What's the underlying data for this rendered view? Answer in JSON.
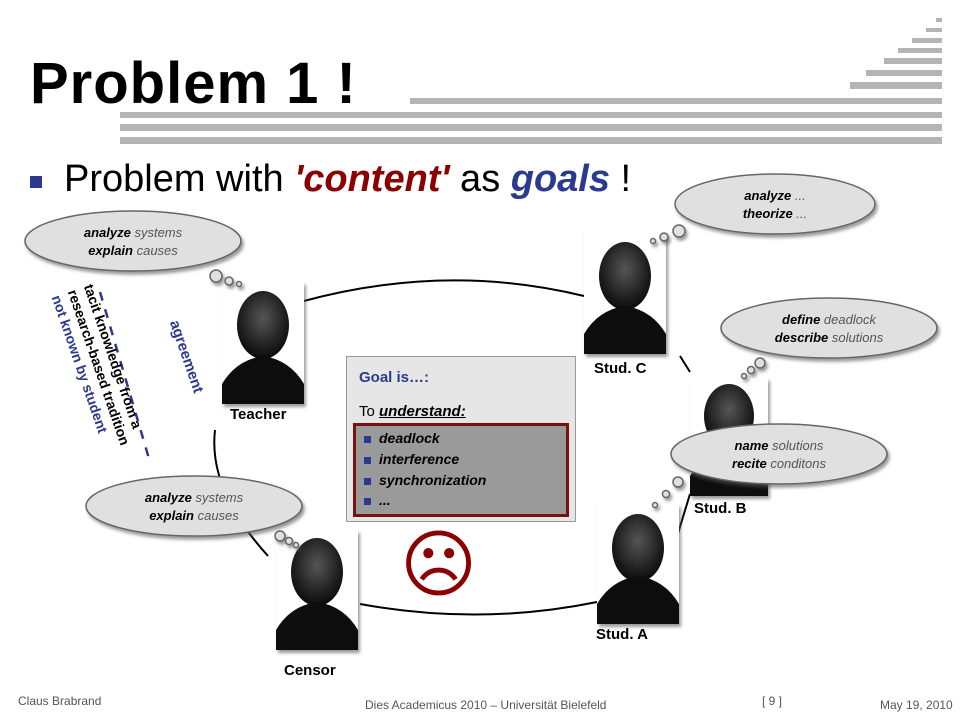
{
  "slide": {
    "title": "Problem 1 !",
    "bullet": {
      "before": "Problem with ",
      "content_word": "'content'",
      "middle": " as ",
      "goals_word": "goals",
      "after": " !"
    },
    "rotated": {
      "line1": "tacit knowledge from a",
      "line2": "research-based tradition",
      "line3": "not known by student",
      "agreement": "agreement"
    },
    "people": {
      "teacher": "Teacher",
      "censor": "Censor",
      "stud_a": "Stud. A",
      "stud_b": "Stud. B",
      "stud_c": "Stud. C"
    },
    "bubbles": {
      "teacher": {
        "verb1": "analyze",
        "rest1": " systems",
        "verb2": "explain",
        "rest2": " causes"
      },
      "censor": {
        "verb1": "analyze",
        "rest1": " systems",
        "verb2": "explain",
        "rest2": " causes"
      },
      "stud_c": {
        "verb1": "analyze",
        "rest1": " ...",
        "verb2": "theorize",
        "rest2": " ..."
      },
      "stud_c2": {
        "verb1": "define",
        "rest1": " deadlock",
        "verb2": "describe",
        "rest2": " solutions"
      },
      "stud_b": {
        "verb1": "name",
        "rest1": " solutions",
        "verb2": "recite",
        "rest2": " conditons"
      }
    },
    "goal_box": {
      "title": "Goal is…:",
      "prefix": "To ",
      "understand": "understand:",
      "items": [
        "deadlock",
        "interference",
        "synchronization",
        "..."
      ]
    },
    "frown": "☹"
  },
  "footer": {
    "author": "Claus Brabrand",
    "event": "Dies Academicus 2010 – Universität Bielefeld",
    "page": "[ 9 ]",
    "date": "May 19, 2010"
  },
  "colors": {
    "accent_blue": "#2b3a8f",
    "accent_red": "#8b0000",
    "box_border": "#7a1010"
  }
}
